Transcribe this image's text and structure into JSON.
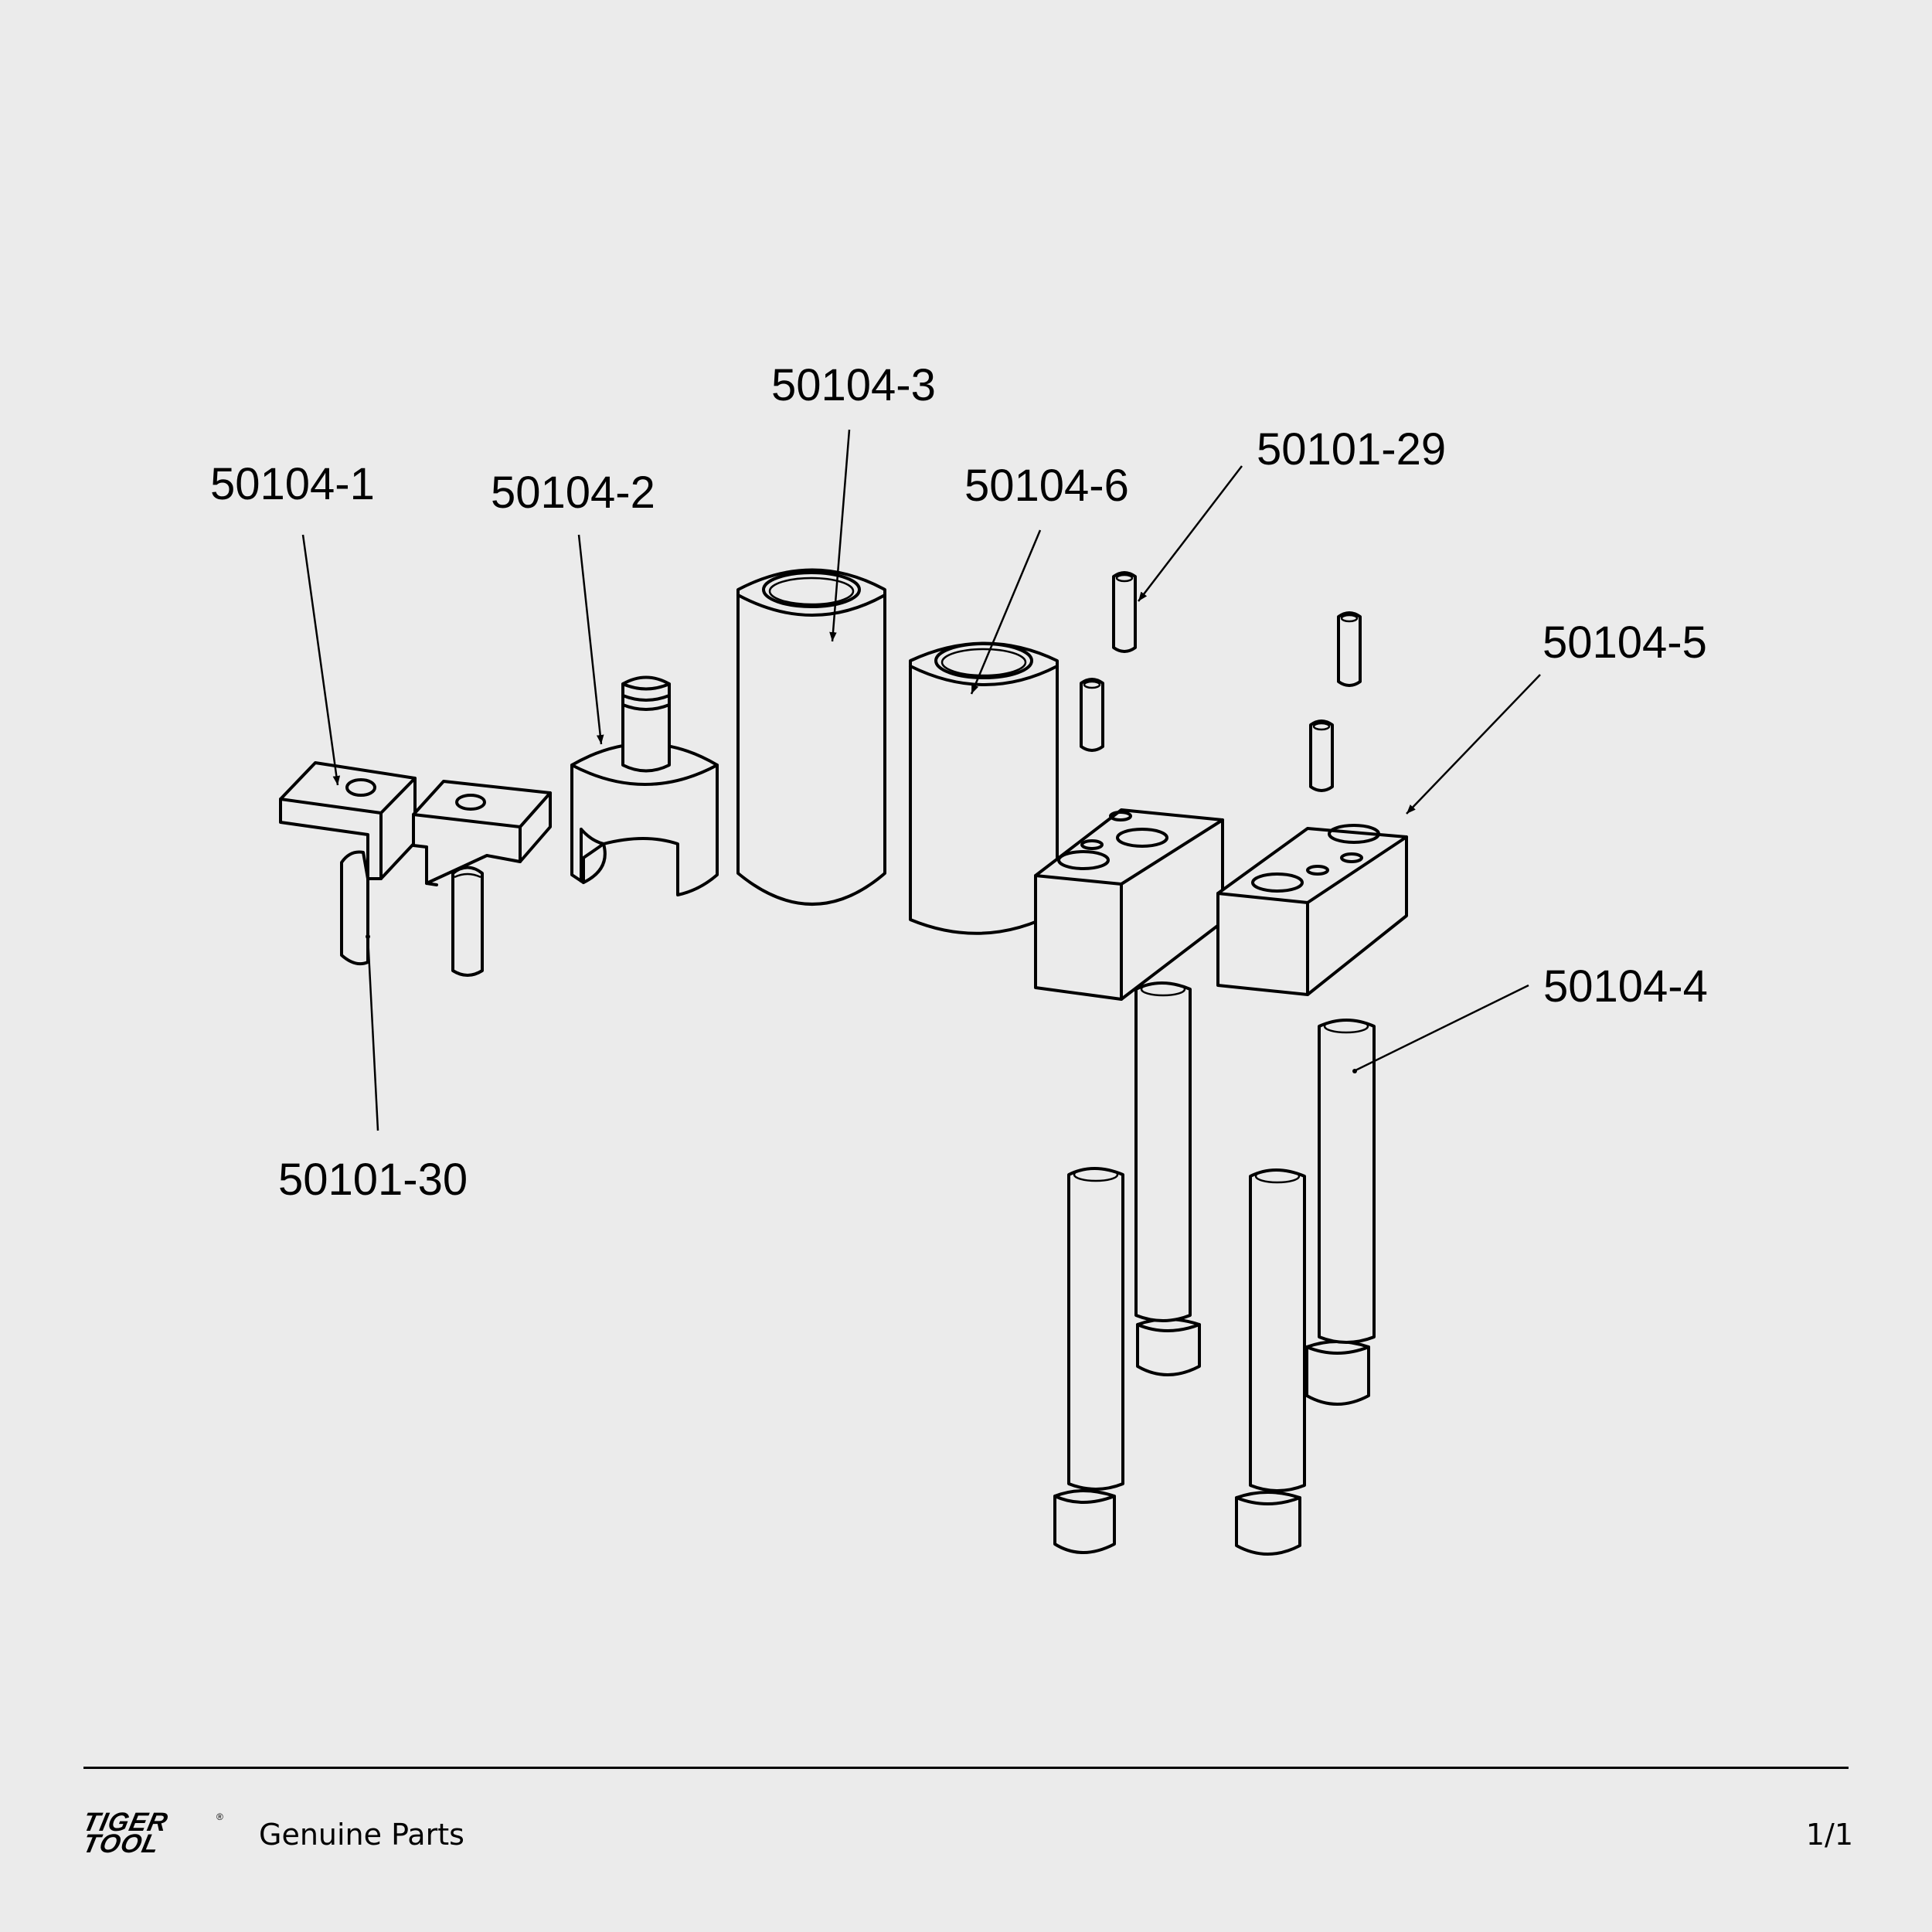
{
  "diagram": {
    "title": "Exploded parts diagram",
    "background_color": "#ebebeb",
    "line_color": "#000000",
    "callouts": [
      {
        "id": "c1",
        "part_number": "50104-1",
        "part": "L-shaped bracket block"
      },
      {
        "id": "c2",
        "part_number": "50104-2",
        "part": "slotted cylindrical adapter with stud"
      },
      {
        "id": "c3",
        "part_number": "50104-3",
        "part": "tall sleeve"
      },
      {
        "id": "c4",
        "part_number": "50104-6",
        "part": "short sleeve"
      },
      {
        "id": "c5",
        "part_number": "50101-29",
        "part": "dowel pin"
      },
      {
        "id": "c6",
        "part_number": "50104-5",
        "part": "rectangular block with holes"
      },
      {
        "id": "c7",
        "part_number": "50104-4",
        "part": "socket head cap screw"
      },
      {
        "id": "c8",
        "part_number": "50101-30",
        "part": "dowel pin"
      }
    ]
  },
  "footer": {
    "brand_line1": "TIGER",
    "brand_line2": "TOOL",
    "registered_mark": "®",
    "tagline": "Genuine Parts",
    "page": "1/1"
  }
}
